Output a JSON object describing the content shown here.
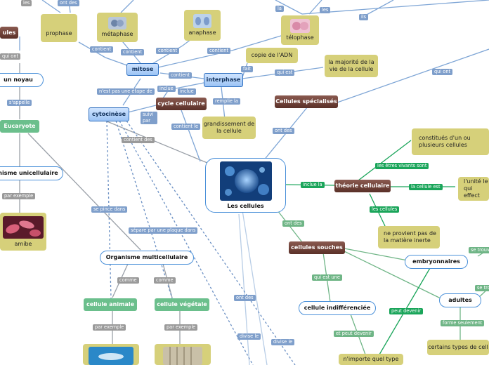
{
  "nodes": {
    "cellules_top": "ules",
    "prophase": "prophase",
    "metaphase": "métaphase",
    "anaphase": "anaphase",
    "telophase": "télophase",
    "mitose": "mitose",
    "interphase": "interphase",
    "copie_adn": "copie de l'ADN",
    "majorite": "la majorité de la vie de la cellule",
    "cytocinese": "cytocinèse",
    "cycle_cellulaire": "cycle cellulaire",
    "grandissement": "grandissement de la cellule",
    "cellules_specialisees": "Cellules spécialisés",
    "un_noyau": "un noyau",
    "eucaryote": "Eucaryote",
    "unicellulaire": "nisme unicellulaire",
    "amibe": "amibe",
    "les_cellules": "Les cellules",
    "constitues": "constitués d'un ou plusieurs cellules",
    "theorie_cellulaire": "théorie cellulaire",
    "unite": "l'unité le qui effect",
    "ne_provient": "ne provient pas de la matière inerte",
    "cellules_souches": "cellules souches",
    "embryonnaires": "embryonnaires",
    "adultes": "adultes",
    "organisme_multicellulaire": "Organisme multicellulaire",
    "cellule_animale": "cellule animale",
    "cellule_vegetale": "cellule végétale",
    "cellule_indifferenciee": "cellule indifférenciée",
    "certains_types": "certains types de cell",
    "importe_quel": "n'importe quel type"
  },
  "links": {
    "les_top": "les",
    "ont_des_top": "ont des",
    "la": "la",
    "les_tel": "les",
    "ils": "ils",
    "qui_ont_left": "qui ont",
    "contient1": "contient",
    "contient2": "contient",
    "contient3": "contient",
    "contient4": "contient",
    "contient_int": "contient",
    "fait": "fait",
    "qui_est": "qui est",
    "qui_ont_right": "qui ont",
    "sappelle": "s'appelle",
    "nest_pas": "n'est pas une étape de",
    "inclue": "inclue",
    "inclue2": "inclue",
    "suivi_par": "suivi par",
    "remplie_la": "remplie la",
    "contient_le": "contient le",
    "contient_des": "contient des",
    "ont_des_spec": "ont des",
    "par_exemple1": "par exemple",
    "se_pince": "se pince dans",
    "separe": "sépare par une plaque dans",
    "inclue_la": "inclue la",
    "etres_vivants": "les êtres vivants sont",
    "la_cellule_est": "la cellule est",
    "les_cellules_link": "les cellules",
    "ont_des_souches": "ont des",
    "comme1": "comme",
    "comme2": "comme",
    "ont_des_bottom": "ont des",
    "par_exemple2": "par exemple",
    "par_exemple3": "par exemple",
    "qui_est_une": "qui est une",
    "peut_devenir": "peut devenir",
    "et_peut_devenir": "et peut devenir",
    "forme_seulement": "forme seulement",
    "divise_le1": "divise le",
    "divise_le2": "divise le",
    "se_trouv1": "se trouv",
    "se_trouv2": "se tro"
  },
  "colors": {
    "link_blue": "#7f9fcb",
    "link_gray": "#9a9a9a",
    "link_green": "#1aa55a",
    "node_olive": "#d6d07a",
    "node_brown": "#6b3d34",
    "node_border_blue": "#4a90d9"
  }
}
